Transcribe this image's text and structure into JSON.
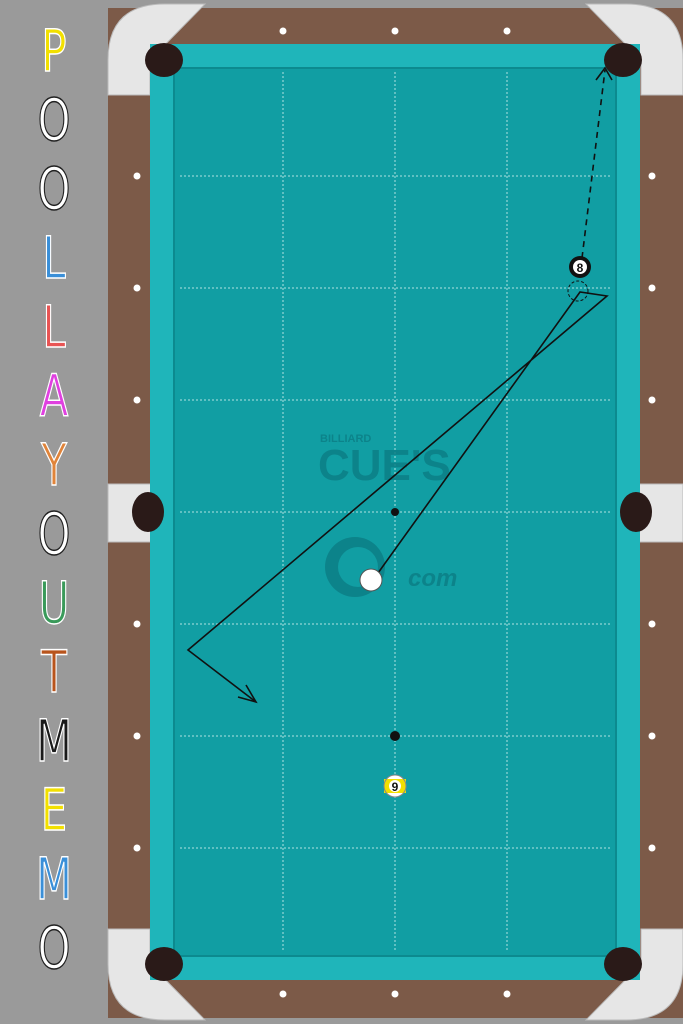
{
  "title": {
    "letters": [
      {
        "char": "P",
        "color": "#f2e000"
      },
      {
        "char": "O",
        "color": "#ffffff"
      },
      {
        "char": "O",
        "color": "#ffffff"
      },
      {
        "char": "L",
        "color": "#3a8fd8"
      },
      {
        "char": "L",
        "color": "#e85454"
      },
      {
        "char": "A",
        "color": "#e040e0"
      },
      {
        "char": "Y",
        "color": "#e0843a"
      },
      {
        "char": "O",
        "color": "#ffffff"
      },
      {
        "char": "U",
        "color": "#3a9a5a"
      },
      {
        "char": "T",
        "color": "#b8541c"
      },
      {
        "char": "M",
        "color": "#1a1a1a"
      },
      {
        "char": "E",
        "color": "#f2e000"
      },
      {
        "char": "M",
        "color": "#3a8fd8"
      },
      {
        "char": "O",
        "color": "#ffffff"
      }
    ]
  },
  "logo": {
    "top_text": "BILLIARD",
    "main_text": "CUE'S",
    "sub_text": "com"
  },
  "balls": {
    "eight": {
      "number": "8",
      "color": "#ffffff"
    },
    "nine": {
      "number": "9",
      "color": "#f2e000"
    },
    "cue": {
      "color": "#ffffff"
    }
  },
  "colors": {
    "cloth": "#119ea3",
    "cushion": "#1fb5ba",
    "rail": "#7c5a48",
    "pocket_plate": "#e6e6e6",
    "pocket": "#2a1a18",
    "sidebar": "#9a9a9a"
  }
}
